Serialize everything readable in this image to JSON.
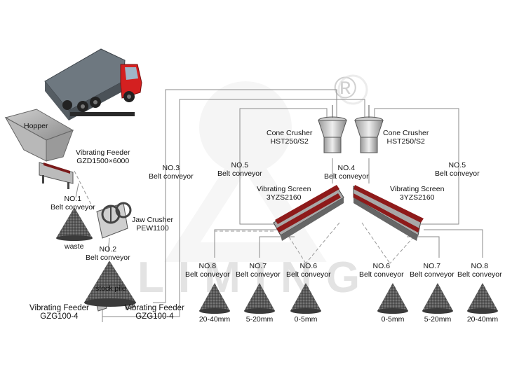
{
  "watermark": {
    "text": "LIMING",
    "registered": "®"
  },
  "labels": {
    "hopper": "Hopper",
    "feeder_top": {
      "line1": "Vibrating Feeder",
      "line2": "GZD1500×6000"
    },
    "belt_no1": {
      "line1": "NO.1",
      "line2": "Belt conveyor"
    },
    "waste": "waste",
    "jaw": {
      "line1": "Jaw Crusher",
      "line2": "PEW1100"
    },
    "belt_no2": {
      "line1": "NO.2",
      "line2": "Belt conveyor"
    },
    "stockpile": "stock pile",
    "feeder_left": {
      "line1": "Vibrating Feeder",
      "line2": "GZG100-4"
    },
    "feeder_right": {
      "line1": "Vibrating Feeder",
      "line2": "GZG100-4"
    },
    "belt_no3": {
      "line1": "NO.3",
      "line2": "Belt conveyor"
    },
    "cone_left": {
      "line1": "Cone Crusher",
      "line2": "HST250/S2"
    },
    "cone_right": {
      "line1": "Cone Crusher",
      "line2": "HST250/S2"
    },
    "belt_no5_left": {
      "line1": "NO.5",
      "line2": "Belt conveyor"
    },
    "belt_no5_right": {
      "line1": "NO.5",
      "line2": "Belt conveyor"
    },
    "belt_no4": {
      "line1": "NO.4",
      "line2": "Belt conveyor"
    },
    "screen_left": {
      "line1": "Vibrating Screen",
      "line2": "3YZS2160"
    },
    "screen_right": {
      "line1": "Vibrating Screen",
      "line2": "3YZS2160"
    },
    "belt_no8_left": {
      "line1": "NO.8",
      "line2": "Belt conveyor"
    },
    "belt_no7_left": {
      "line1": "NO.7",
      "line2": "Belt conveyor"
    },
    "belt_no6_left": {
      "line1": "NO.6",
      "line2": "Belt conveyor"
    },
    "belt_no6_right": {
      "line1": "NO.6",
      "line2": "Belt conveyor"
    },
    "belt_no7_right": {
      "line1": "NO.7",
      "line2": "Belt conveyor"
    },
    "belt_no8_right": {
      "line1": "NO.8",
      "line2": "Belt conveyor"
    }
  },
  "products": [
    "20-40mm",
    "5-20mm",
    "0-5mm",
    "0-5mm",
    "5-20mm",
    "20-40mm"
  ],
  "colors": {
    "line": "#8a8a8a",
    "truck_red": "#d42020",
    "truck_body": "#707a82",
    "screen_red": "#8e1a1a",
    "pile": "#555555"
  }
}
